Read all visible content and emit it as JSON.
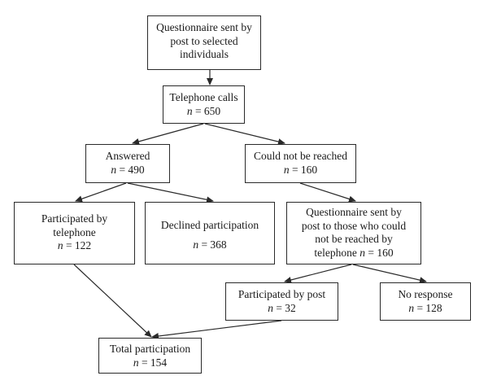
{
  "nodes": {
    "questionnaire_sent": {
      "lines": [
        "Questionnaire sent by",
        "post to selected",
        "individuals"
      ]
    },
    "telephone_calls": {
      "lines": [
        "Telephone calls"
      ],
      "n_label": "n",
      "n_value": "= 650"
    },
    "answered": {
      "lines": [
        "Answered"
      ],
      "n_label": "n",
      "n_value": "= 490"
    },
    "could_not_be_reached": {
      "lines": [
        "Could not be reached"
      ],
      "n_label": "n",
      "n_value": "= 160"
    },
    "participated_by_telephone": {
      "lines": [
        "Participated by",
        "telephone"
      ],
      "n_label": "n",
      "n_value": "= 122"
    },
    "declined_participation": {
      "lines": [
        "Declined participation"
      ],
      "n_label": "n",
      "n_value": "= 368"
    },
    "questionnaire_post_unreached": {
      "lines": [
        "Questionnaire sent by",
        "post to those who could",
        "not be reached by"
      ],
      "last_line_prefix": "telephone",
      "n_label": "n",
      "n_value": "= 160"
    },
    "participated_by_post": {
      "lines": [
        "Participated by post"
      ],
      "n_label": "n",
      "n_value": "= 32"
    },
    "no_response": {
      "lines": [
        "No response"
      ],
      "n_label": "n",
      "n_value": "= 128"
    },
    "total_participation": {
      "lines": [
        "Total participation"
      ],
      "n_label": "n",
      "n_value": "= 154"
    }
  },
  "edges": [
    {
      "from": "questionnaire_sent",
      "to": "telephone_calls"
    },
    {
      "from": "telephone_calls",
      "to": "answered"
    },
    {
      "from": "telephone_calls",
      "to": "could_not_be_reached"
    },
    {
      "from": "answered",
      "to": "participated_by_telephone"
    },
    {
      "from": "answered",
      "to": "declined_participation"
    },
    {
      "from": "could_not_be_reached",
      "to": "questionnaire_post_unreached"
    },
    {
      "from": "questionnaire_post_unreached",
      "to": "participated_by_post"
    },
    {
      "from": "questionnaire_post_unreached",
      "to": "no_response"
    },
    {
      "from": "participated_by_telephone",
      "to": "total_participation"
    },
    {
      "from": "participated_by_post",
      "to": "total_participation"
    }
  ],
  "colors": {
    "line": "#2a2a2a",
    "box_fill": "#ffffff",
    "text": "#1a1a1a"
  }
}
